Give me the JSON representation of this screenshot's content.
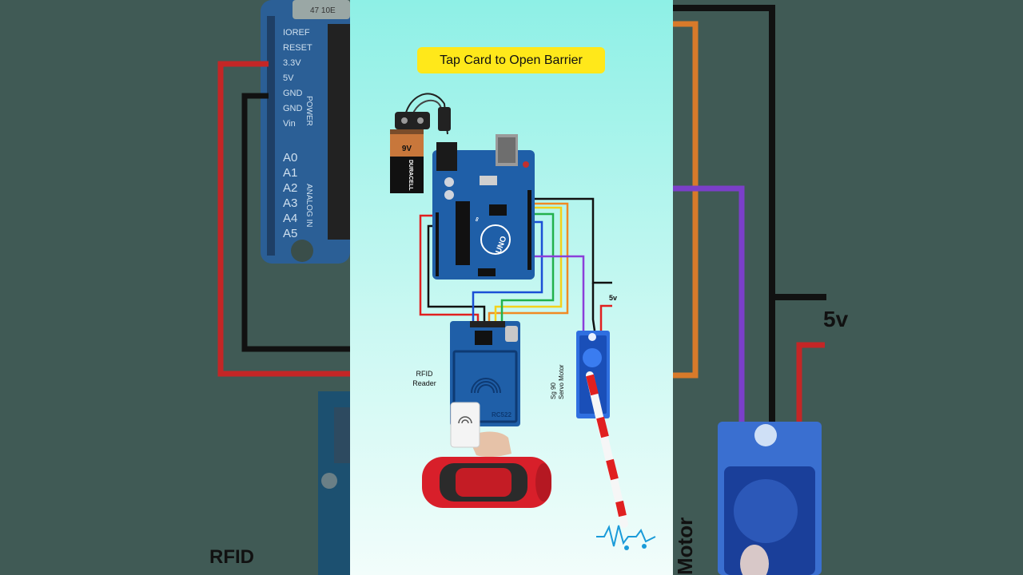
{
  "title": "Tap Card to Open Barrier",
  "labels": {
    "battery_voltage": "9V",
    "battery_brand": "DURACELL",
    "arduino_brand": "UNO",
    "rfid_module": "RC522",
    "rfid_label_line1": "RFID",
    "rfid_label_line2": "Reader",
    "servo_label_line1": "Sg 90",
    "servo_label_line2": "Servo Motor",
    "supply_label": "5v"
  },
  "background": {
    "left_pins": [
      "IOREF",
      "RESET",
      "3.3V",
      "5V",
      "GND",
      "GND",
      "Vin"
    ],
    "left_analog": [
      "A0",
      "A1",
      "A2",
      "A3",
      "A4",
      "A5"
    ],
    "left_power_header": "POWER",
    "left_analog_header": "ANALOG IN",
    "left_cap": "47 10E",
    "rfid_text": "RFID",
    "supply_text": "5v",
    "motor_text": "Motor"
  },
  "colors": {
    "title_badge": "#ffe81a",
    "wire_red": "#e02020",
    "wire_black": "#111111",
    "wire_blue": "#1a4fd6",
    "wire_green": "#22b14c",
    "wire_yellow": "#f3d21b",
    "wire_orange": "#f08a24",
    "wire_purple": "#8b3fd9",
    "board_blue": "#1f5fa8"
  }
}
